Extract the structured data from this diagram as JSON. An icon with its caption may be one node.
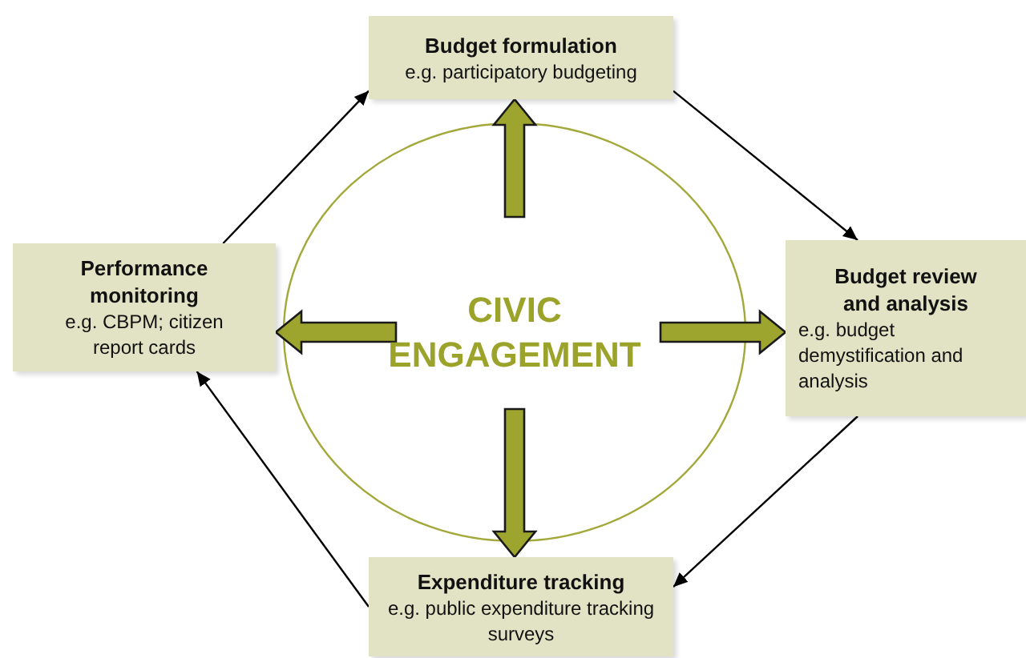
{
  "diagram": {
    "nodes": [
      {
        "text": [
          "Budget formulation",
          "e.g. participatory budgeting"
        ]
      },
      {
        "text": [
          "Budget review and analysis",
          "e.g. budget demystification and analysis"
        ]
      },
      {
        "text": [
          "Expenditure tracking",
          "e.g. public expenditure tracking surveys"
        ]
      },
      {
        "text": [
          "Performance monitoring",
          "e.g. CBPM; citizen report cards"
        ]
      },
      {
        "text": [
          "CIVIC ENGAGEMENT"
        ]
      }
    ],
    "edges": [
      {
        "from": 4,
        "to": 0,
        "arrow": "to",
        "style": "thick",
        "color": "#9ea52e"
      },
      {
        "from": 4,
        "to": 1,
        "arrow": "to",
        "style": "thick",
        "color": "#9ea52e"
      },
      {
        "from": 4,
        "to": 2,
        "arrow": "to",
        "style": "thick",
        "color": "#9ea52e"
      },
      {
        "from": 4,
        "to": 3,
        "arrow": "to",
        "style": "thick",
        "color": "#9ea52e"
      },
      {
        "from": 3,
        "to": 0,
        "arrow": "to"
      },
      {
        "from": 0,
        "to": 1,
        "arrow": "to"
      },
      {
        "from": 1,
        "to": 2,
        "arrow": "to"
      },
      {
        "from": 2,
        "to": 3,
        "arrow": "to"
      }
    ]
  }
}
